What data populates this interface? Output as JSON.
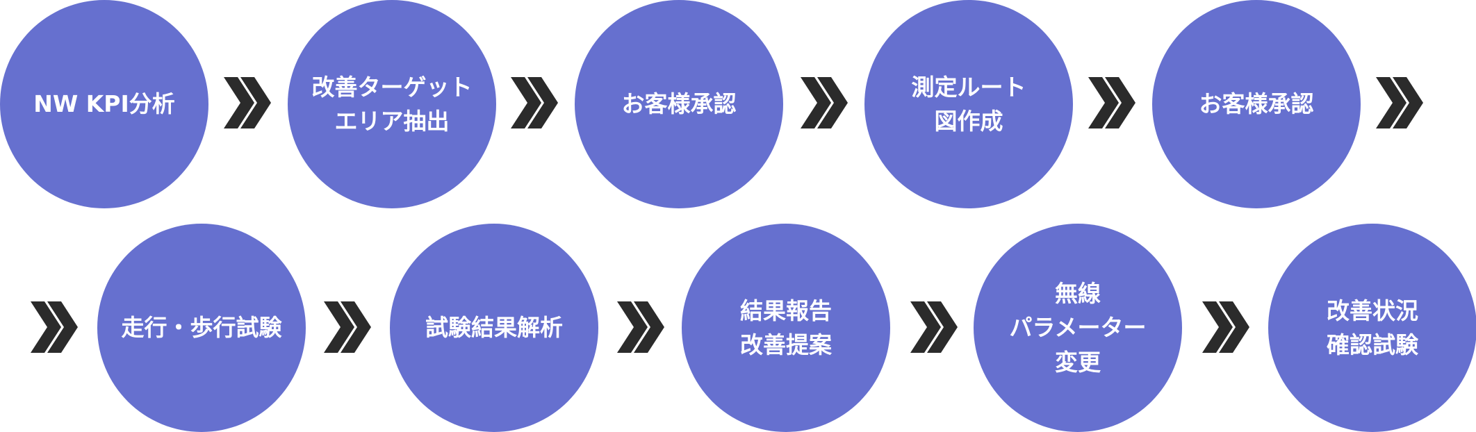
{
  "flow": {
    "accent_color": "#6670cf",
    "arrow_color": "#2b2b2b",
    "arrow_icon": "double-chevron-right-icon",
    "steps": [
      {
        "label": "NW KPI分析"
      },
      {
        "label": "改善ターゲット\nエリア抽出"
      },
      {
        "label": "お客様承認"
      },
      {
        "label": "測定ルート\n図作成"
      },
      {
        "label": "お客様承認"
      },
      {
        "label": "走行・歩行試験"
      },
      {
        "label": "試験結果解析"
      },
      {
        "label": "結果報告\n改善提案"
      },
      {
        "label": "無線\nパラメーター\n変更"
      },
      {
        "label": "改善状況\n確認試験"
      }
    ]
  }
}
